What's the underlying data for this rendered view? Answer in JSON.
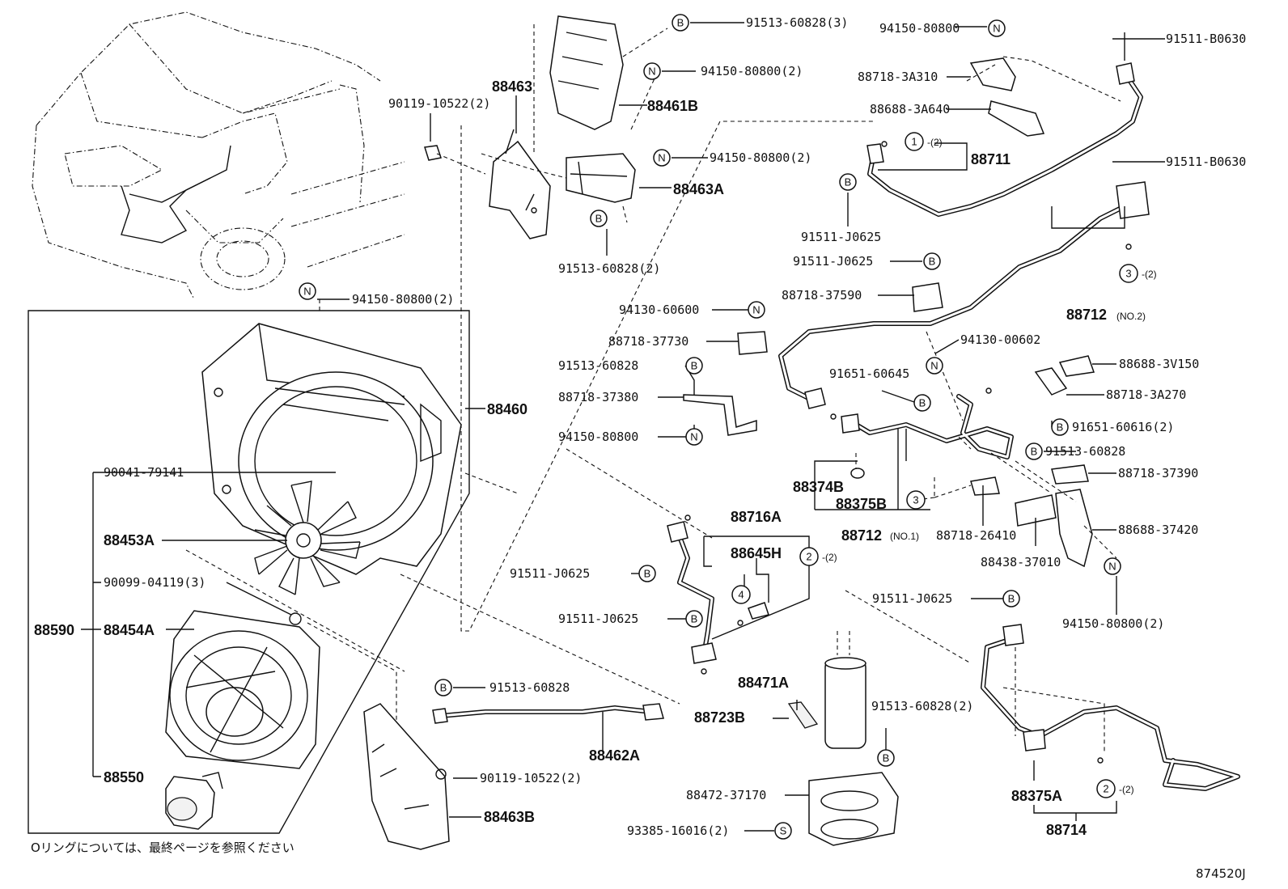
{
  "symbols": {
    "bolt": "B",
    "nut": "N",
    "screw": "S"
  },
  "labels": {
    "p91513_60828_3": "91513-60828(3)",
    "p94150_80800_2a": "94150-80800(2)",
    "p88461B": "88461B",
    "p88463": "88463",
    "p90119_10522_2a": "90119-10522(2)",
    "p94150_80800_2b": "94150-80800(2)",
    "p88463A": "88463A",
    "p91513_60828_2": "91513-60828(2)",
    "p94150_80800_2c": "94150-80800(2)",
    "p88460": "88460",
    "p90041_79141": "90041-79141",
    "p88453A": "88453A",
    "p90099_04119_3": "90099-04119(3)",
    "p88590": "88590",
    "p88454A": "88454A",
    "p88550": "88550",
    "p94150_80800_top": "94150-80800",
    "p88718_3A310": "88718-3A310",
    "p88688_3A640": "88688-3A640",
    "p88711": "88711",
    "p91511_J0625_a": "91511-J0625",
    "p91511_B0630_a": "91511-B0630",
    "p91511_B0630_b": "91511-B0630",
    "p91511_J0625_b": "91511-J0625",
    "p88718_37590": "88718-37590",
    "p88712_no2": "88712",
    "p88712_no2_sfx": "(NO.2)",
    "p94130_60600": "94130-60600",
    "p88718_37730": "88718-37730",
    "p94130_00602": "94130-00602",
    "p91513_60828_a": "91513-60828",
    "p88718_37380": "88718-37380",
    "p94150_80800_mid": "94150-80800",
    "p91651_60645": "91651-60645",
    "p88688_3V150": "88688-3V150",
    "p88718_3A270": "88718-3A270",
    "p91651_60616_2": "91651-60616(2)",
    "p91513_60828_b": "91513-60828",
    "p88718_37390": "88718-37390",
    "p88374B": "88374B",
    "p88375B": "88375B",
    "p88712_no1": "88712",
    "p88712_no1_sfx": "(NO.1)",
    "p88718_26410": "88718-26410",
    "p88688_37420": "88688-37420",
    "p88438_37010": "88438-37010",
    "p94150_80800_2d": "94150-80800(2)",
    "p88716A": "88716A",
    "p88645H": "88645H",
    "p91511_J0625_c": "91511-J0625",
    "p91511_J0625_d": "91511-J0625",
    "p91511_J0625_e": "91511-J0625",
    "p88471A": "88471A",
    "p88723B": "88723B",
    "p91513_60828_c": "91513-60828",
    "p88462A": "88462A",
    "p90119_10522_2b": "90119-10522(2)",
    "p88463B": "88463B",
    "p91513_60828_2b": "91513-60828(2)",
    "p88472_37170": "88472-37170",
    "p93385_16016_2": "93385-16016(2)",
    "p88375A": "88375A",
    "p88714": "88714"
  },
  "callouts": {
    "c1": "1",
    "c1q": "-(2)",
    "c2a": "2",
    "c2aq": "-(2)",
    "c2b": "2",
    "c2bq": "-(2)",
    "c3a": "3",
    "c3aq": "-(2)",
    "c3b": "3",
    "c4": "4"
  },
  "footer": {
    "note": "Oリングについては、最終ページを参照ください",
    "ref": "874520J"
  }
}
